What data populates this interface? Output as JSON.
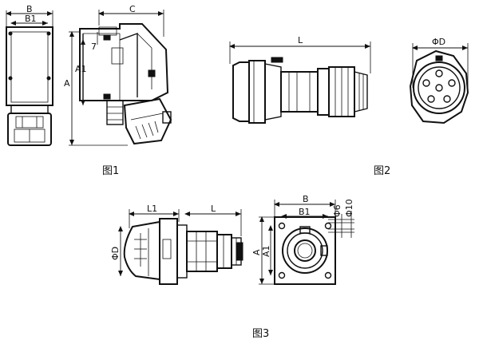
{
  "figure1": {
    "caption": "图1",
    "labels": {
      "B": "B",
      "B1": "B1",
      "C": "C",
      "A": "A",
      "A1": "A1",
      "n7": "7"
    }
  },
  "figure2": {
    "caption": "图2",
    "labels": {
      "L": "L",
      "D": "ΦD"
    }
  },
  "figure3": {
    "caption": "图3",
    "labels": {
      "L1": "L1",
      "L": "L",
      "D": "ΦD",
      "B": "B",
      "B1": "B1",
      "A": "A",
      "A1": "A1",
      "d6": "Φ6",
      "d10": "Φ10"
    }
  }
}
